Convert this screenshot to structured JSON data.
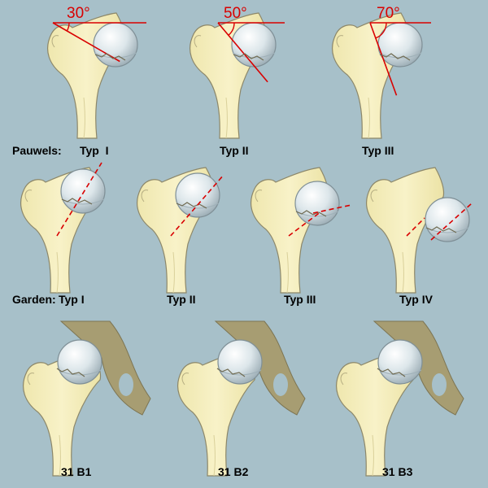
{
  "pauwels": {
    "prefix": "Pauwels:",
    "types": [
      {
        "label": "Typ  I",
        "angle": "30°"
      },
      {
        "label": "Typ II",
        "angle": "50°"
      },
      {
        "label": "Typ III",
        "angle": "70°"
      }
    ]
  },
  "garden": {
    "prefix": "Garden:",
    "types": [
      {
        "label": "Typ I"
      },
      {
        "label": "Typ II"
      },
      {
        "label": "Typ III"
      },
      {
        "label": "Typ IV"
      }
    ]
  },
  "ao": {
    "types": [
      {
        "label": "31 B1"
      },
      {
        "label": "31 B2"
      },
      {
        "label": "31 B3"
      }
    ]
  },
  "colors": {
    "background": "#a7c0c9",
    "bone": "#f5efbc",
    "bone_outline": "#8c8769",
    "femoral_head": "#dfe7ea",
    "pelvis": "#a79d72",
    "fracture_line": "#d90000"
  }
}
